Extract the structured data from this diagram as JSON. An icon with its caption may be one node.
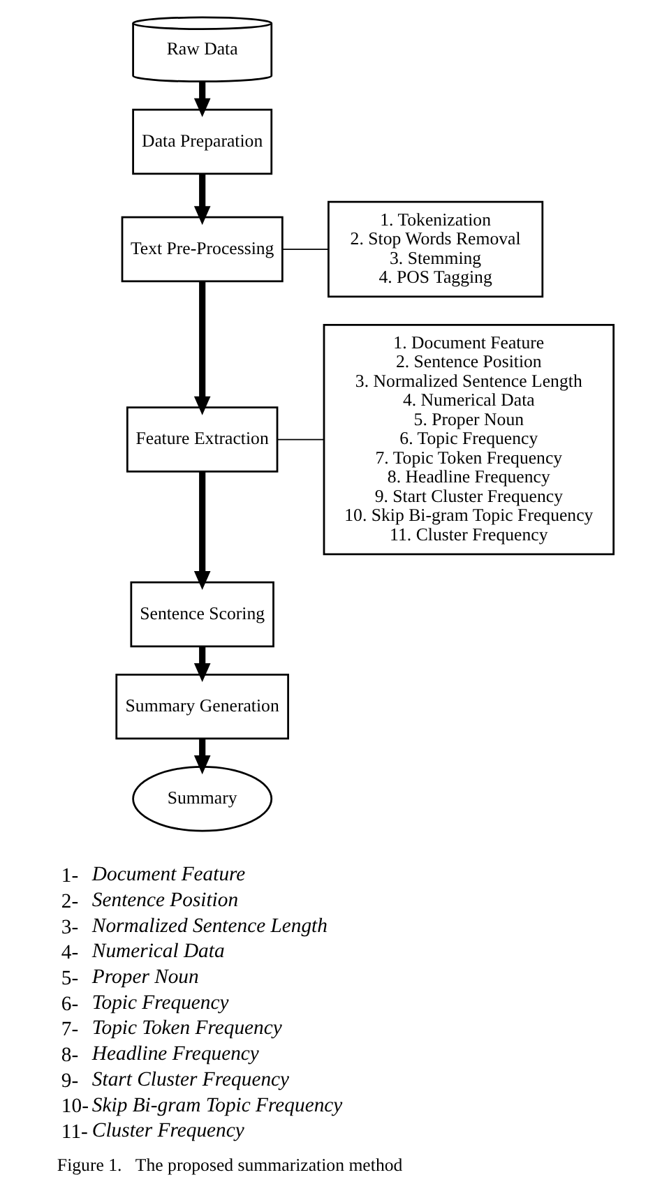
{
  "diagram": {
    "caption": "Figure 1.   The proposed summarization method",
    "nodes": [
      {
        "text": [
          "Raw Data"
        ]
      },
      {
        "text": [
          "Data Preparation"
        ]
      },
      {
        "text": [
          "Text Pre-Processing"
        ]
      },
      {
        "text": [
          "Feature Extraction"
        ]
      },
      {
        "text": [
          "Sentence Scoring"
        ]
      },
      {
        "text": [
          "Summary Generation"
        ]
      },
      {
        "text": [
          "Summary"
        ]
      },
      {
        "text": [
          "1. Tokenization",
          "2. Stop Words Removal",
          "3. Stemming",
          "4. POS Tagging"
        ]
      },
      {
        "text": [
          "1. Document Feature",
          "2. Sentence Position",
          "3. Normalized Sentence Length",
          "4. Numerical Data",
          "5. Proper Noun",
          "6. Topic Frequency",
          "7. Topic Token Frequency",
          "8. Headline Frequency",
          "9. Start Cluster Frequency",
          "10. Skip Bi-gram Topic Frequency",
          "11. Cluster Frequency"
        ]
      }
    ],
    "edges": [
      {
        "from": 0,
        "to": 1,
        "arrow": "to"
      },
      {
        "from": 1,
        "to": 2,
        "arrow": "to"
      },
      {
        "from": 2,
        "to": 3,
        "arrow": "to"
      },
      {
        "from": 3,
        "to": 4,
        "arrow": "to"
      },
      {
        "from": 4,
        "to": 5,
        "arrow": "to"
      },
      {
        "from": 5,
        "to": 6,
        "arrow": "to"
      },
      {
        "from": 2,
        "to": 7,
        "arrow": "none"
      },
      {
        "from": 3,
        "to": 8,
        "arrow": "none"
      }
    ],
    "labels": [
      "1-",
      "Document Feature",
      "2-",
      "Sentence Position",
      "3-",
      "Normalized Sentence Length",
      "4-",
      "Numerical Data",
      "5-",
      "Proper Noun",
      "6-",
      "Topic Frequency",
      "7-",
      "Topic Token Frequency",
      "8-",
      "Headline Frequency",
      "9-",
      "Start Cluster Frequency",
      "10-",
      "Skip Bi-gram Topic Frequency",
      "11-",
      "Cluster Frequency"
    ]
  }
}
